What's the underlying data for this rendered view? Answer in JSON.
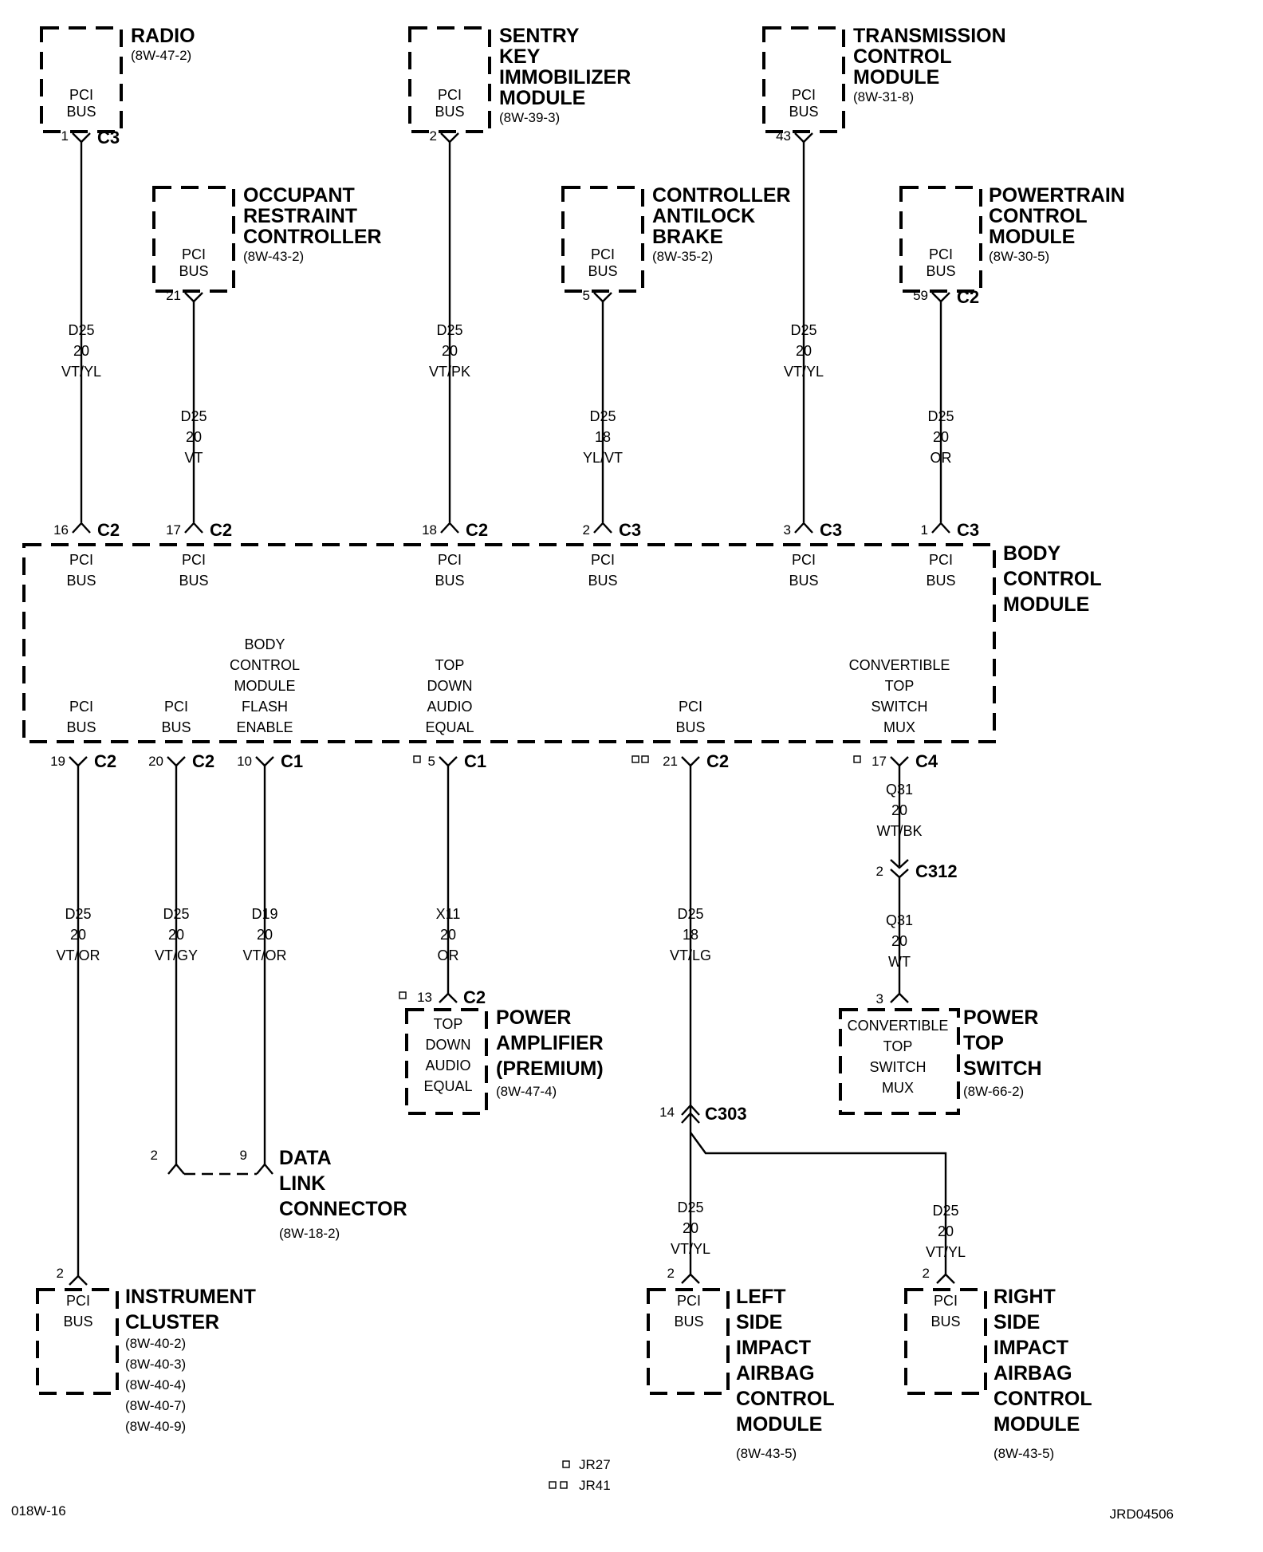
{
  "modules": {
    "radio": {
      "name": [
        "RADIO"
      ],
      "ref": [
        "(8W-47-2)"
      ],
      "inner": [
        "PCI",
        "BUS"
      ]
    },
    "occupant": {
      "name": [
        "OCCUPANT",
        "RESTRAINT",
        "CONTROLLER"
      ],
      "ref": [
        "(8W-43-2)"
      ],
      "inner": [
        "PCI",
        "BUS"
      ]
    },
    "sentry": {
      "name": [
        "SENTRY",
        "KEY",
        "IMMOBILIZER",
        "MODULE"
      ],
      "ref": [
        "(8W-39-3)"
      ],
      "inner": [
        "PCI",
        "BUS"
      ]
    },
    "cab": {
      "name": [
        "CONTROLLER",
        "ANTILOCK",
        "BRAKE"
      ],
      "ref": [
        "(8W-35-2)"
      ],
      "inner": [
        "PCI",
        "BUS"
      ]
    },
    "tcm": {
      "name": [
        "TRANSMISSION",
        "CONTROL",
        "MODULE"
      ],
      "ref": [
        "(8W-31-8)"
      ],
      "inner": [
        "PCI",
        "BUS"
      ]
    },
    "pcm": {
      "name": [
        "POWERTRAIN",
        "CONTROL",
        "MODULE"
      ],
      "ref": [
        "(8W-30-5)"
      ],
      "inner": [
        "PCI",
        "BUS"
      ]
    },
    "bcm": {
      "name": [
        "BODY",
        "CONTROL",
        "MODULE"
      ]
    },
    "amp": {
      "name": [
        "POWER",
        "AMPLIFIER",
        "(PREMIUM)"
      ],
      "ref": [
        "(8W-47-4)"
      ],
      "inner": [
        "TOP",
        "DOWN",
        "AUDIO",
        "EQUAL"
      ]
    },
    "topswitch": {
      "name": [
        "POWER",
        "TOP",
        "SWITCH"
      ],
      "ref": [
        "(8W-66-2)"
      ],
      "inner": [
        "CONVERTIBLE",
        "TOP",
        "SWITCH",
        "MUX"
      ]
    },
    "dlc": {
      "name": [
        "DATA",
        "LINK",
        "CONNECTOR"
      ],
      "ref": [
        "(8W-18-2)"
      ]
    },
    "cluster": {
      "name": [
        "INSTRUMENT",
        "CLUSTER"
      ],
      "ref": [
        "(8W-40-2)",
        "(8W-40-3)",
        "(8W-40-4)",
        "(8W-40-7)",
        "(8W-40-9)"
      ],
      "inner": [
        "PCI",
        "BUS"
      ]
    },
    "left_airbag": {
      "name": [
        "LEFT",
        "SIDE",
        "IMPACT",
        "AIRBAG",
        "CONTROL",
        "MODULE"
      ],
      "ref": [
        "(8W-43-5)"
      ],
      "inner": [
        "PCI",
        "BUS"
      ]
    },
    "right_airbag": {
      "name": [
        "RIGHT",
        "SIDE",
        "IMPACT",
        "AIRBAG",
        "CONTROL",
        "MODULE"
      ],
      "ref": [
        "(8W-43-5)"
      ],
      "inner": [
        "PCI",
        "BUS"
      ]
    }
  },
  "bcm_top_inner": [
    [
      "PCI",
      "BUS"
    ],
    [
      "PCI",
      "BUS"
    ],
    [
      "PCI",
      "BUS"
    ],
    [
      "PCI",
      "BUS"
    ],
    [
      "PCI",
      "BUS"
    ],
    [
      "PCI",
      "BUS"
    ]
  ],
  "bcm_bottom_inner": [
    [
      "PCI",
      "BUS"
    ],
    [
      "PCI",
      "BUS"
    ],
    [
      "BODY",
      "CONTROL",
      "MODULE",
      "FLASH",
      "ENABLE"
    ],
    [
      "TOP",
      "DOWN",
      "AUDIO",
      "EQUAL"
    ],
    [
      "PCI",
      "BUS"
    ],
    [
      "CONVERTIBLE",
      "TOP",
      "SWITCH",
      "MUX"
    ]
  ],
  "connectors": {
    "radio_pin": "1",
    "radio_conn": "C3",
    "occupant_pin": "21",
    "sentry_pin": "2",
    "cab_pin": "5",
    "tcm_pin": "43",
    "pcm_pin": "59",
    "pcm_conn": "C2",
    "bcm_top": [
      {
        "pin": "16",
        "conn": "C2"
      },
      {
        "pin": "17",
        "conn": "C2"
      },
      {
        "pin": "18",
        "conn": "C2"
      },
      {
        "pin": "2",
        "conn": "C3"
      },
      {
        "pin": "3",
        "conn": "C3"
      },
      {
        "pin": "1",
        "conn": "C3"
      }
    ],
    "bcm_bottom": [
      {
        "pin": "19",
        "conn": "C2"
      },
      {
        "pin": "20",
        "conn": "C2"
      },
      {
        "pin": "10",
        "conn": "C1"
      },
      {
        "pin": "5",
        "conn": "C1"
      },
      {
        "pin": "21",
        "conn": "C2"
      },
      {
        "pin": "17",
        "conn": "C4"
      }
    ],
    "c312": {
      "pin": "2",
      "conn": "C312"
    },
    "topswitch_pin": "3",
    "amp": {
      "pin": "13",
      "conn": "C2"
    },
    "c303": {
      "pin": "14",
      "conn": "C303"
    },
    "dlc_pin_a": "2",
    "dlc_pin_b": "9",
    "cluster_pin": "2",
    "left_airbag_pin": "2",
    "right_airbag_pin": "2"
  },
  "wires": {
    "radio": [
      "D25",
      "20",
      "VT/YL"
    ],
    "occupant": [
      "D25",
      "20",
      "VT"
    ],
    "sentry": [
      "D25",
      "20",
      "VT/PK"
    ],
    "cab": [
      "D25",
      "18",
      "YL/VT"
    ],
    "tcm": [
      "D25",
      "20",
      "VT/YL"
    ],
    "pcm": [
      "D25",
      "20",
      "OR"
    ],
    "cluster": [
      "D25",
      "20",
      "VT/OR"
    ],
    "dlc_a": [
      "D25",
      "20",
      "VT/GY"
    ],
    "dlc_b": [
      "D19",
      "20",
      "VT/OR"
    ],
    "amp": [
      "X11",
      "20",
      "OR"
    ],
    "bus_main": [
      "D25",
      "18",
      "VT/LG"
    ],
    "q31_upper": [
      "Q31",
      "20",
      "WT/BK"
    ],
    "q31_lower": [
      "Q31",
      "20",
      "WT"
    ],
    "left_airbag": [
      "D25",
      "20",
      "VT/YL"
    ],
    "right_airbag": [
      "D25",
      "20",
      "VT/YL"
    ]
  },
  "legend": [
    {
      "symbol": "□",
      "code": "JR27"
    },
    {
      "symbol": "□□",
      "code": "JR41"
    }
  ],
  "footer": {
    "left": "018W-16",
    "right": "JRD04506"
  }
}
